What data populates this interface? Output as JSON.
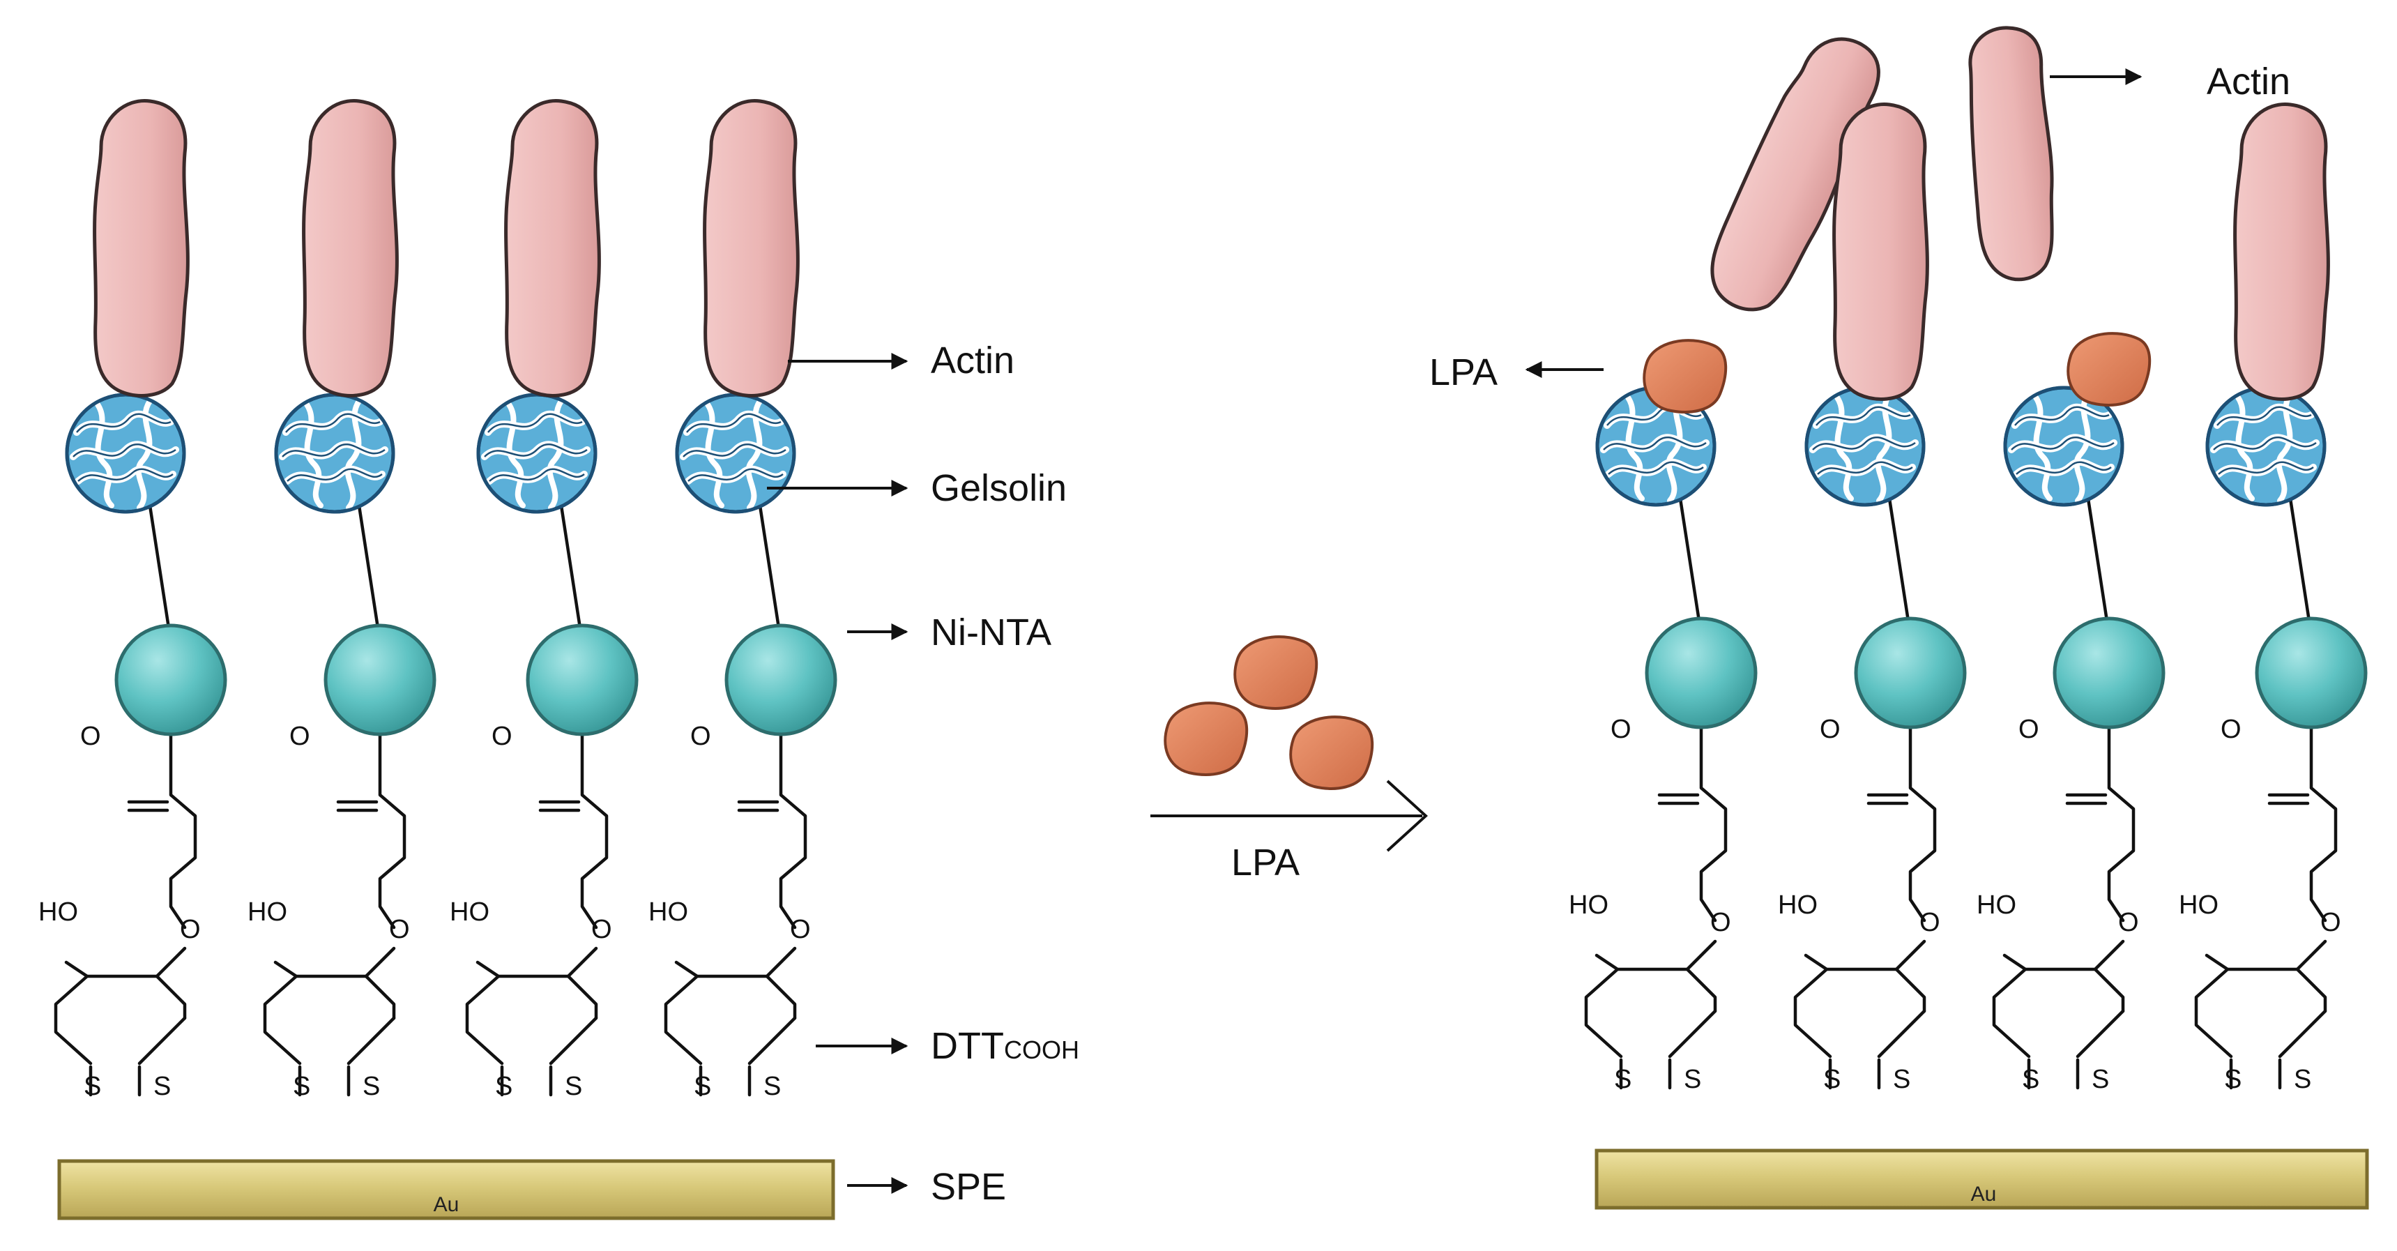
{
  "panels": {
    "left": {
      "electrode_label": "Au",
      "callouts": {
        "actin": "Actin",
        "gelsolin": "Gelsolin",
        "ni_nta": "Ni-NTA",
        "dtt_main": "DTT",
        "dtt_sub": "COOH",
        "spe": "SPE"
      }
    },
    "right": {
      "electrode_label": "Au",
      "callouts": {
        "actin": "Actin",
        "lpa": "LPA"
      }
    }
  },
  "reaction": {
    "arrow_label": "LPA"
  },
  "chemistry": {
    "carbonyl_o": "O",
    "ether_o": "O",
    "hydroxyl": "HO",
    "sulfur": "S"
  },
  "colors": {
    "actin_fill": "#EBB5B4",
    "actin_stroke": "#3a2a2a",
    "gelsolin_fill": "#5BAFD8",
    "gelsolin_stroke": "#1d4f75",
    "ni_nta_fill": "#5FC3C3",
    "ni_nta_stroke": "#2d6d6d",
    "lpa_fill": "#DE7E58",
    "lpa_stroke": "#7a3a22",
    "electrode_fill": "#D8C97A",
    "electrode_stroke": "#7c6d2c"
  }
}
